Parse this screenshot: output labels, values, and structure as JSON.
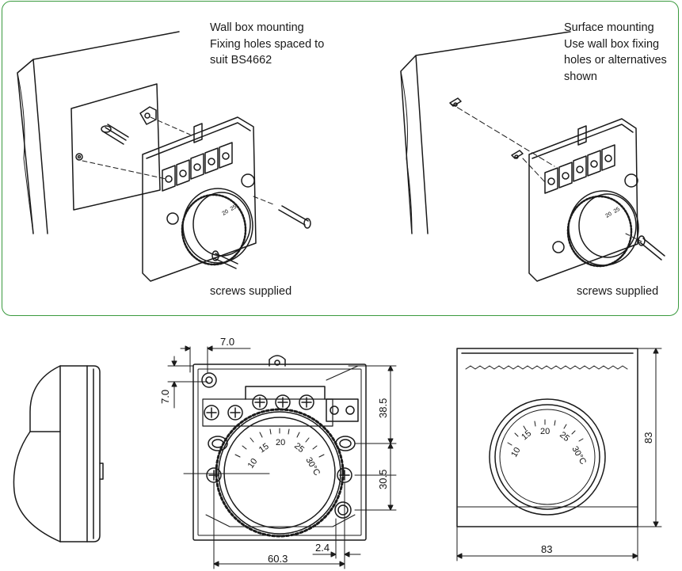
{
  "top_panel": {
    "border_color": "#3a9a3e",
    "left_caption": [
      "Wall box mounting",
      "Fixing holes spaced to",
      "suit BS4662"
    ],
    "left_screws": "screws supplied",
    "right_caption": [
      "Surface mounting",
      "Use wall box fixing",
      "holes or alternatives",
      "shown"
    ],
    "right_screws": "screws supplied"
  },
  "dimensions": {
    "hole_x_offset": "7.0",
    "hole_y_offset": "7.0",
    "height_upper": "38.5",
    "height_lower": "30.5",
    "width_holes": "60.3",
    "hole_gap": "2.4",
    "cover_height": "83",
    "cover_width": "83"
  },
  "dial": {
    "scale_labels": [
      "10",
      "15",
      "20",
      "25",
      "30°C"
    ],
    "scale_labels_small": [
      "10",
      "15",
      "20",
      "25",
      "30"
    ]
  }
}
